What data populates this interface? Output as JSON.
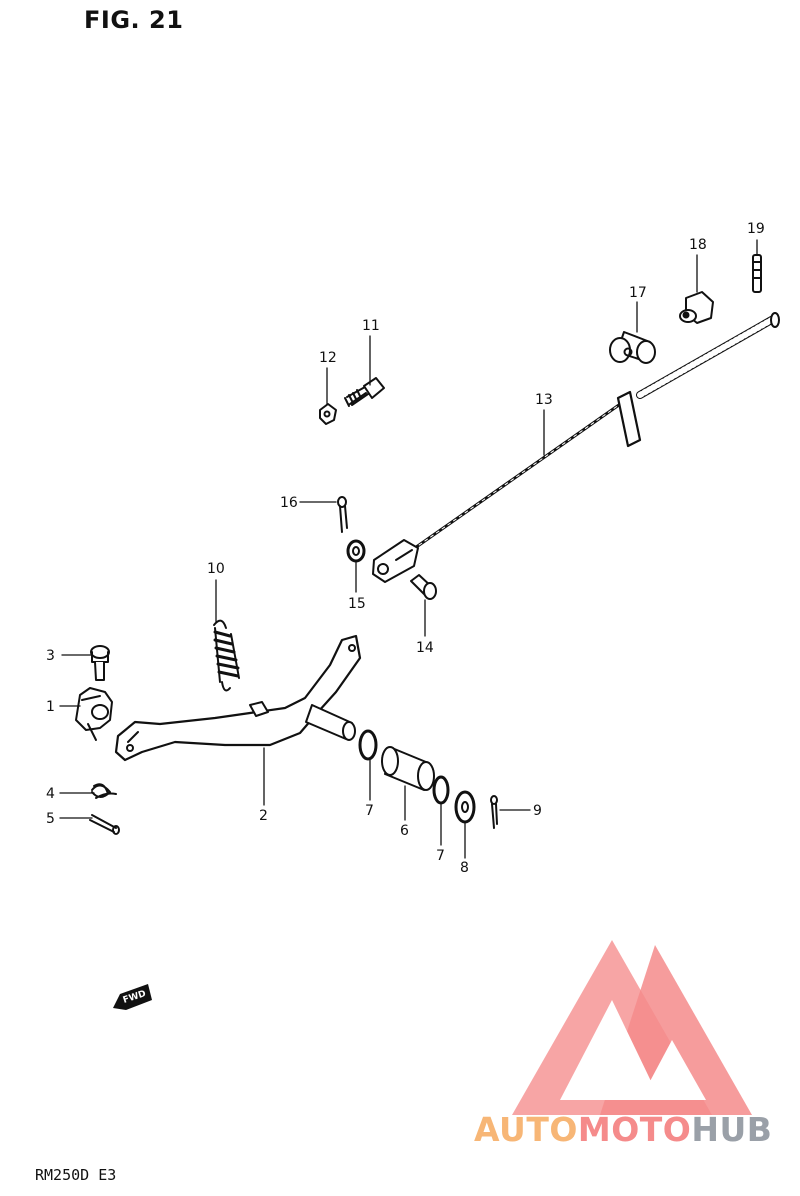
{
  "figure": {
    "title": "FIG. 21",
    "model_code": "RM250D E3"
  },
  "fwd_marker": {
    "label": "FWD",
    "icon": "fwd-arrow-icon"
  },
  "watermark": {
    "part1": "AUTO",
    "part2": "MOTO",
    "part3": "HUB",
    "colors": [
      "#f7b676",
      "#f58b8b",
      "#9aa0a8"
    ]
  },
  "callouts": [
    {
      "id": "1",
      "label": "1"
    },
    {
      "id": "2",
      "label": "2"
    },
    {
      "id": "3",
      "label": "3"
    },
    {
      "id": "4",
      "label": "4"
    },
    {
      "id": "5",
      "label": "5"
    },
    {
      "id": "6",
      "label": "6"
    },
    {
      "id": "7a",
      "label": "7"
    },
    {
      "id": "7b",
      "label": "7"
    },
    {
      "id": "8",
      "label": "8"
    },
    {
      "id": "9",
      "label": "9"
    },
    {
      "id": "10",
      "label": "10"
    },
    {
      "id": "11",
      "label": "11"
    },
    {
      "id": "12",
      "label": "12"
    },
    {
      "id": "13",
      "label": "13"
    },
    {
      "id": "14",
      "label": "14"
    },
    {
      "id": "15",
      "label": "15"
    },
    {
      "id": "16",
      "label": "16"
    },
    {
      "id": "17",
      "label": "17"
    },
    {
      "id": "18",
      "label": "18"
    },
    {
      "id": "19",
      "label": "19"
    }
  ]
}
